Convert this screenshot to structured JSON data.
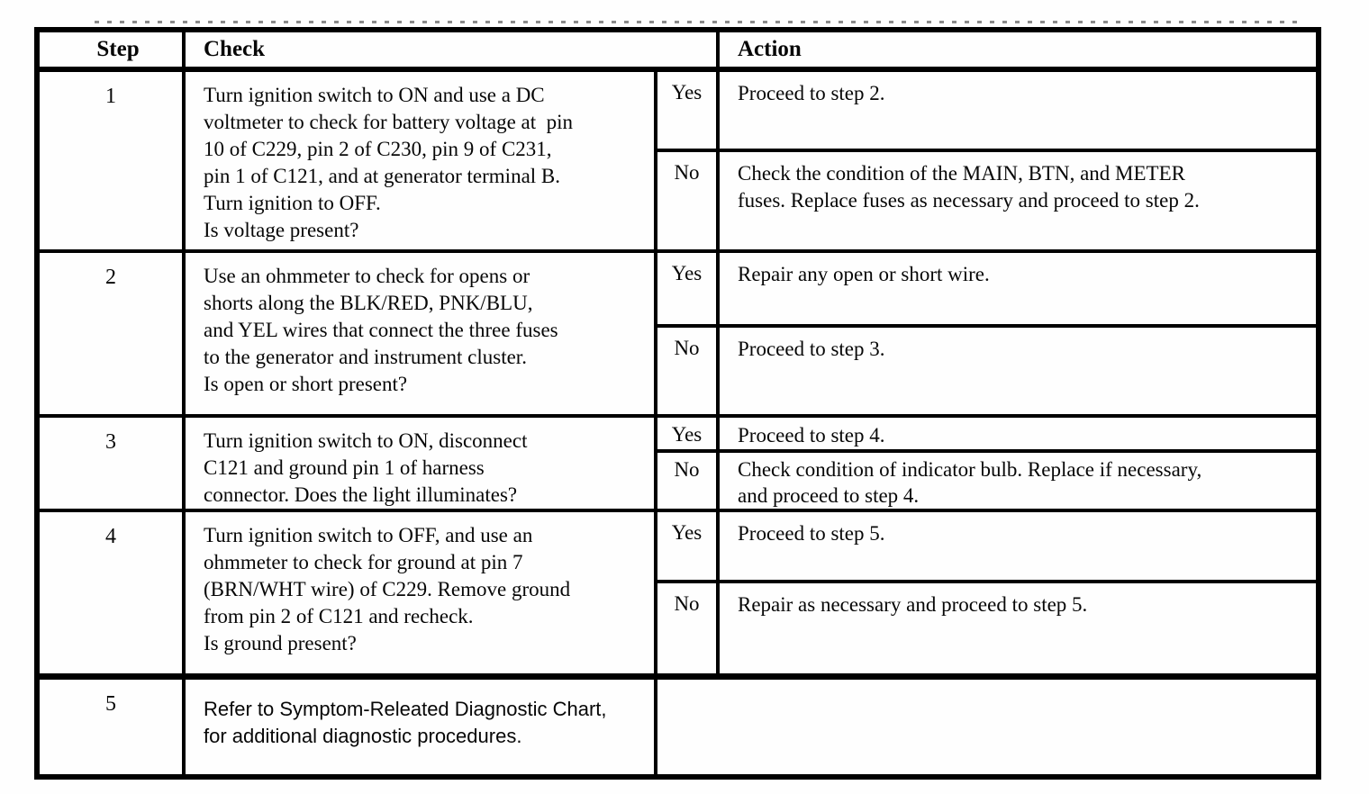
{
  "colors": {
    "border": "#000000",
    "background": "#fefefe",
    "text": "#070707"
  },
  "header": {
    "step": "Step",
    "check": "Check",
    "action": "Action"
  },
  "labels": {
    "yes": "Yes",
    "no": "No"
  },
  "steps": [
    {
      "num": "1",
      "check": "Turn ignition switch to ON and use a DC\nvoltmeter to check for battery voltage at  pin\n10 of C229, pin 2 of C230, pin 9 of C231,\npin 1 of C121, and at generator terminal B.\nTurn ignition to OFF.\nIs voltage present?",
      "yes_action": "Proceed to step 2.",
      "no_action": "Check the condition of the MAIN, BTN, and METER\nfuses. Replace fuses as necessary and proceed to step 2."
    },
    {
      "num": "2",
      "check": "Use an ohmmeter to check for opens or\nshorts along the BLK/RED, PNK/BLU,\nand YEL wires that connect the three fuses\nto the generator and instrument cluster.\nIs open or short present?",
      "yes_action": "Repair any open or short wire.",
      "no_action": "Proceed to step 3."
    },
    {
      "num": "3",
      "check": "Turn ignition switch to ON, disconnect\nC121 and ground pin 1 of harness\nconnector. Does the light illuminates?",
      "yes_action": "Proceed to step 4.",
      "no_action": "Check condition of indicator bulb. Replace if necessary,\nand proceed to step 4."
    },
    {
      "num": "4",
      "check": "Turn ignition switch to OFF, and use an\nohmmeter to check for ground at pin 7\n(BRN/WHT wire) of C229. Remove ground\nfrom pin 2 of C121 and recheck.\nIs ground present?",
      "yes_action": "Proceed to step 5.",
      "no_action": "Repair as necessary and proceed to step 5."
    },
    {
      "num": "5",
      "check": "Refer to Symptom-Releated Diagnostic Chart,\nfor additional diagnostic procedures.",
      "yes_action": "",
      "no_action": ""
    }
  ]
}
